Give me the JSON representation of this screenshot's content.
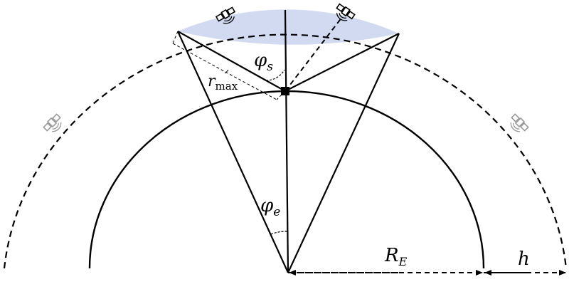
{
  "labels": {
    "phi": "φ",
    "s": "s",
    "e": "e",
    "r": "r",
    "max": "max",
    "R": "R",
    "E": "E",
    "h": "h"
  },
  "icons": {
    "satellite": "satellite-icon",
    "terminal": "ground-terminal-icon"
  },
  "colors": {
    "line": "#000000",
    "coverage": "#c9d3ee",
    "inactive_satellite": "#9a9a9a"
  }
}
